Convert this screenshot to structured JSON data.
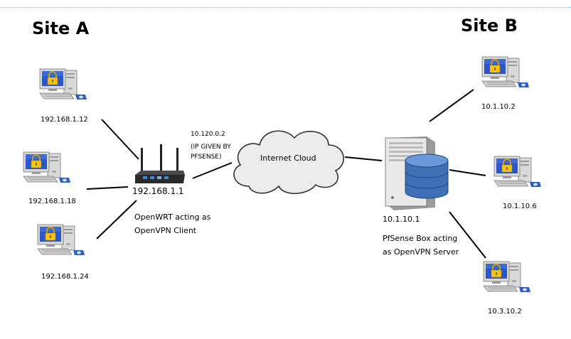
{
  "site_a": {
    "title": "Site A",
    "clients": [
      {
        "ip": "192.168.1.12"
      },
      {
        "ip": "192.168.1.18"
      },
      {
        "ip": "192.168.1.24"
      }
    ],
    "router": {
      "ip": "192.168.1.1",
      "description_line1": "OpenWRT acting as",
      "description_line2": "OpenVPN Client",
      "wan_ip": "10.120.0.2",
      "wan_note_line1": "(IP GIVEN BY",
      "wan_note_line2": "PFSENSE)"
    }
  },
  "cloud": {
    "label": "Internet Cloud"
  },
  "site_b": {
    "title": "Site B",
    "server": {
      "ip": "10.1.10.1",
      "description_line1": "PfSense Box acting",
      "description_line2": "as OpenVPN Server"
    },
    "clients": [
      {
        "ip": "10.1.10.2"
      },
      {
        "ip": "10.1.10.6"
      },
      {
        "ip": "10.3.10.2"
      }
    ]
  },
  "colors": {
    "monitor_screen": "#2b55c8",
    "lock_yellow": "#f2c419",
    "server_body": "#e9e9e9",
    "database_blue": "#3f6fb5",
    "router_body": "#2a2a2a",
    "router_led": "#3a86e0"
  }
}
